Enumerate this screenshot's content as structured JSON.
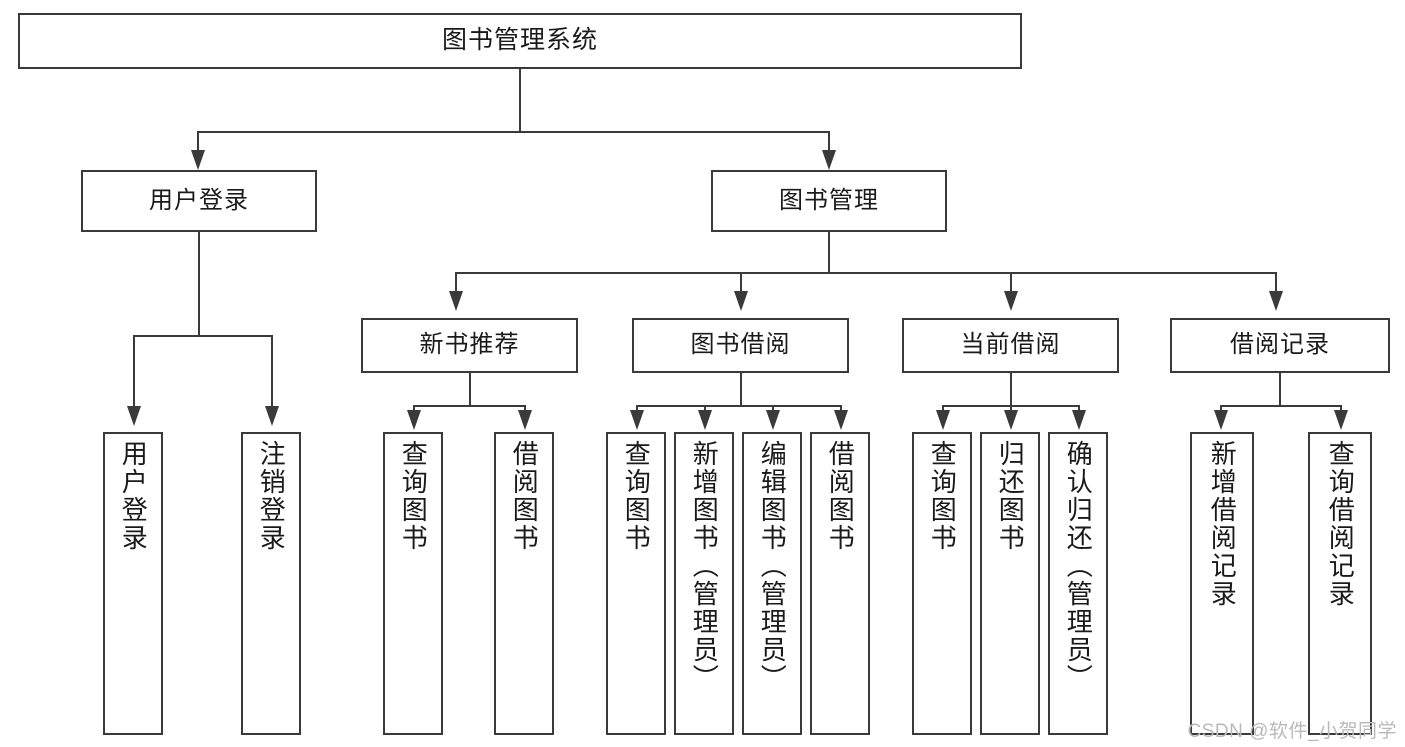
{
  "diagram": {
    "title": "图书管理系统",
    "type": "tree-hierarchy-diagram",
    "root": {
      "label": "图书管理系统"
    },
    "level2": [
      {
        "label": "用户登录"
      },
      {
        "label": "图书管理"
      }
    ],
    "level3": [
      {
        "label": "新书推荐"
      },
      {
        "label": "图书借阅"
      },
      {
        "label": "当前借阅"
      },
      {
        "label": "借阅记录"
      }
    ],
    "leaves": {
      "user_login": [
        {
          "label": "用户登录"
        },
        {
          "label": "注销登录"
        }
      ],
      "new_book_recommend": [
        {
          "label": "查询图书"
        },
        {
          "label": "借阅图书"
        }
      ],
      "book_borrow": [
        {
          "label": "查询图书"
        },
        {
          "label": "新增图书（管理员）"
        },
        {
          "label": "编辑图书（管理员）"
        },
        {
          "label": "借阅图书"
        }
      ],
      "current_borrow": [
        {
          "label": "查询图书"
        },
        {
          "label": "归还图书"
        },
        {
          "label": "确认归还（管理员）"
        }
      ],
      "borrow_record": [
        {
          "label": "新增借阅记录"
        },
        {
          "label": "查询借阅记录"
        }
      ]
    }
  },
  "watermark": {
    "text": "CSDN @软件_小贺同学"
  },
  "colors": {
    "stroke": "#3a3a3a",
    "text": "#1a1a1a",
    "background": "#ffffff",
    "watermark": "#b9b9b9"
  }
}
